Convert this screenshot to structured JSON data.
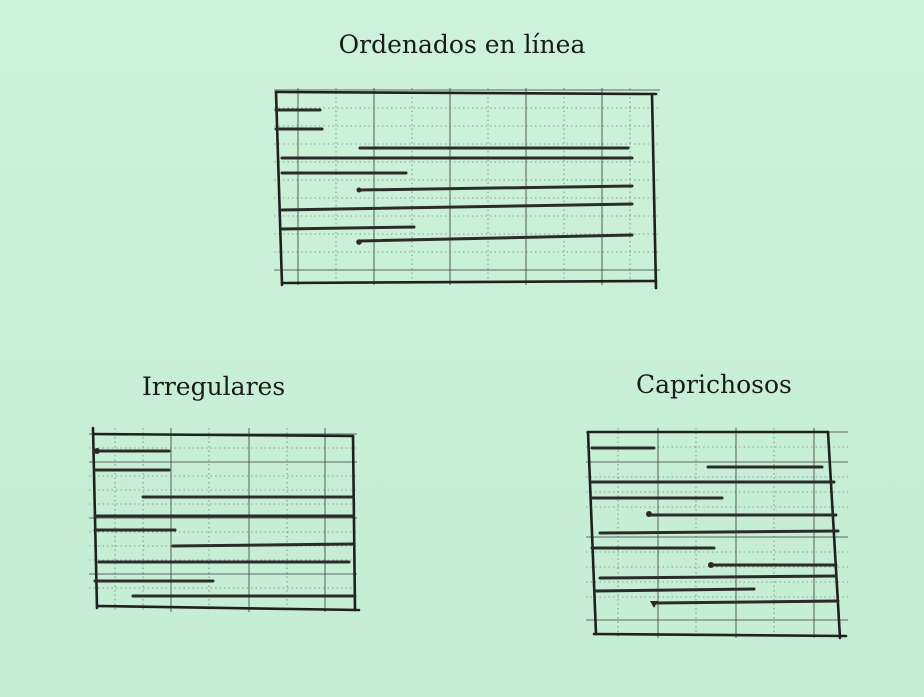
{
  "titles": {
    "ordenados": "Ordenados en línea",
    "irregulares": "Irregulares",
    "caprichosos": "Caprichosos"
  },
  "colors": {
    "background": "#c9f0d7",
    "ink": "#2b2b2b"
  }
}
